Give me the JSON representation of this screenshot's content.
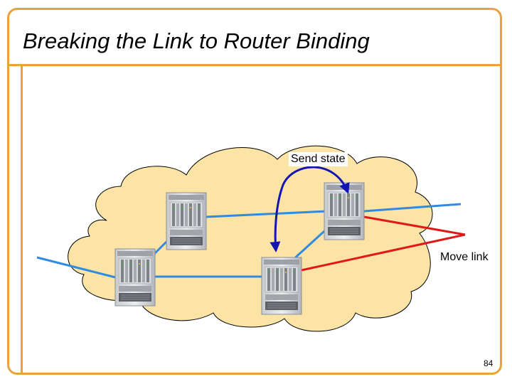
{
  "slide": {
    "title": "Breaking the Link to Router Binding",
    "page_number": "84"
  },
  "diagram": {
    "annotations": {
      "send_state": "Send state",
      "move_link": "Move link"
    },
    "colors": {
      "frame": "#e8a33c",
      "cloud_fill": "#fce3a6",
      "cloud_stroke": "#000000",
      "link_blue": "#2f8ae0",
      "link_red": "#e01818",
      "arrow_dark_blue": "#1414b4"
    },
    "routers": [
      {
        "id": "router-upper-left",
        "icon": "router-chassis-icon"
      },
      {
        "id": "router-lower-left",
        "icon": "router-chassis-icon"
      },
      {
        "id": "router-upper-right",
        "icon": "router-chassis-icon"
      },
      {
        "id": "router-lower-middle",
        "icon": "router-chassis-icon"
      }
    ]
  }
}
